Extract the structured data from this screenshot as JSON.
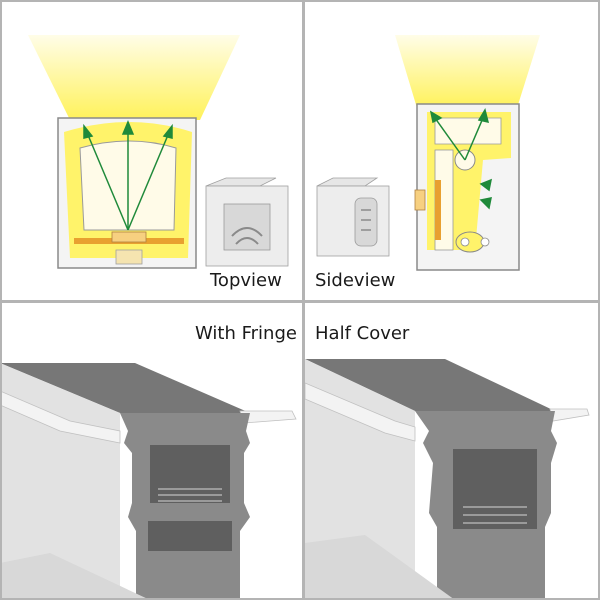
{
  "panels": [
    {
      "id": "topview",
      "label": "Topview"
    },
    {
      "id": "sideview",
      "label": "Sideview"
    },
    {
      "id": "with-fringe",
      "label": "With Fringe"
    },
    {
      "id": "half-cover",
      "label": "Half Cover"
    }
  ],
  "colors": {
    "light_yellow": "#fff36a",
    "light_pale": "#fffbd8",
    "profile_gray": "#8a8a8a",
    "profile_dark": "#6d6d6d",
    "silicone_white": "#f2f2f2",
    "arrow_green": "#1f8a3a",
    "divider": "#b4b4b4"
  }
}
